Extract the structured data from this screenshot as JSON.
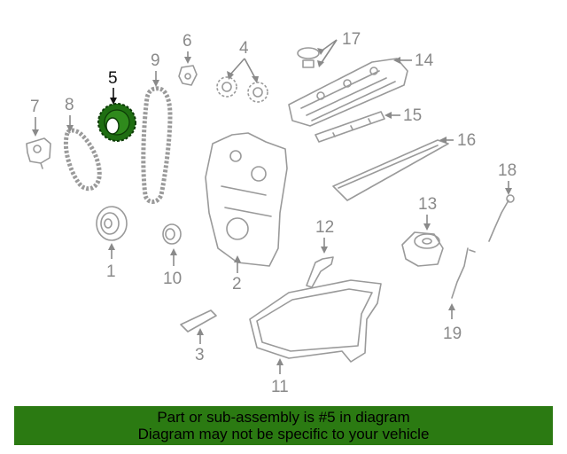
{
  "diagram": {
    "highlighted_part": "5",
    "callouts": [
      "1",
      "2",
      "3",
      "4",
      "5",
      "6",
      "7",
      "8",
      "9",
      "10",
      "11",
      "12",
      "13",
      "14",
      "15",
      "16",
      "17",
      "18",
      "19"
    ]
  },
  "footer": {
    "line1": "Part or sub-assembly is #5 in diagram",
    "line2": "Diagram may not be specific to your vehicle",
    "background": "#2b7a12"
  },
  "colors": {
    "highlight_part": "#1f6e12",
    "line_art": "#9a9a9a",
    "callout_text": "#8a8a8a"
  }
}
